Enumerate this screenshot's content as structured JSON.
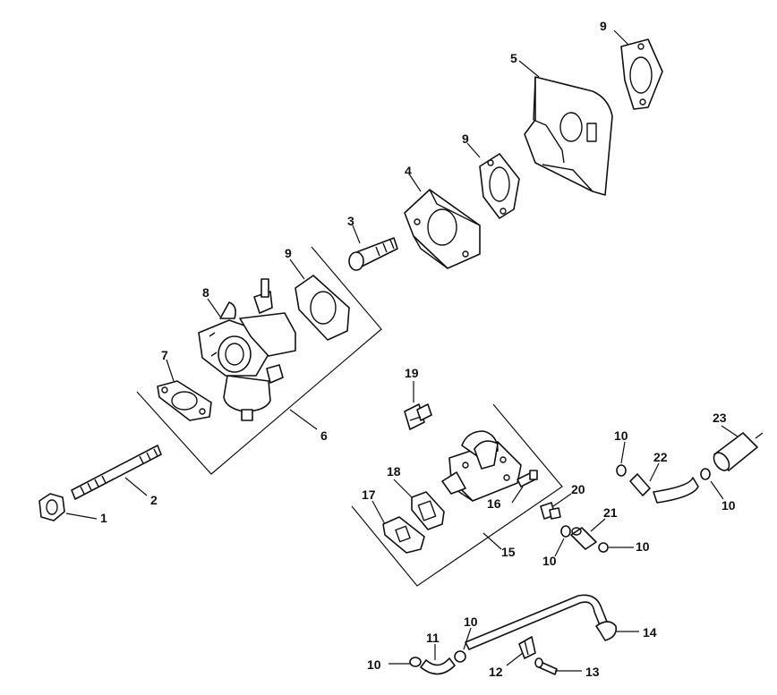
{
  "diagram": {
    "labels": {
      "l1": "1",
      "l2": "2",
      "l3": "3",
      "l4": "4",
      "l5": "5",
      "l6": "6",
      "l7": "7",
      "l8": "8",
      "l9a": "9",
      "l9b": "9",
      "l9c": "9",
      "l10a": "10",
      "l10b": "10",
      "l10c": "10",
      "l10d": "10",
      "l10e": "10",
      "l10f": "10",
      "l11": "11",
      "l12": "12",
      "l13": "13",
      "l14": "14",
      "l15": "15",
      "l16": "16",
      "l17": "17",
      "l18": "18",
      "l19": "19",
      "l20": "20",
      "l21": "21",
      "l22": "22",
      "l23": "23"
    }
  }
}
